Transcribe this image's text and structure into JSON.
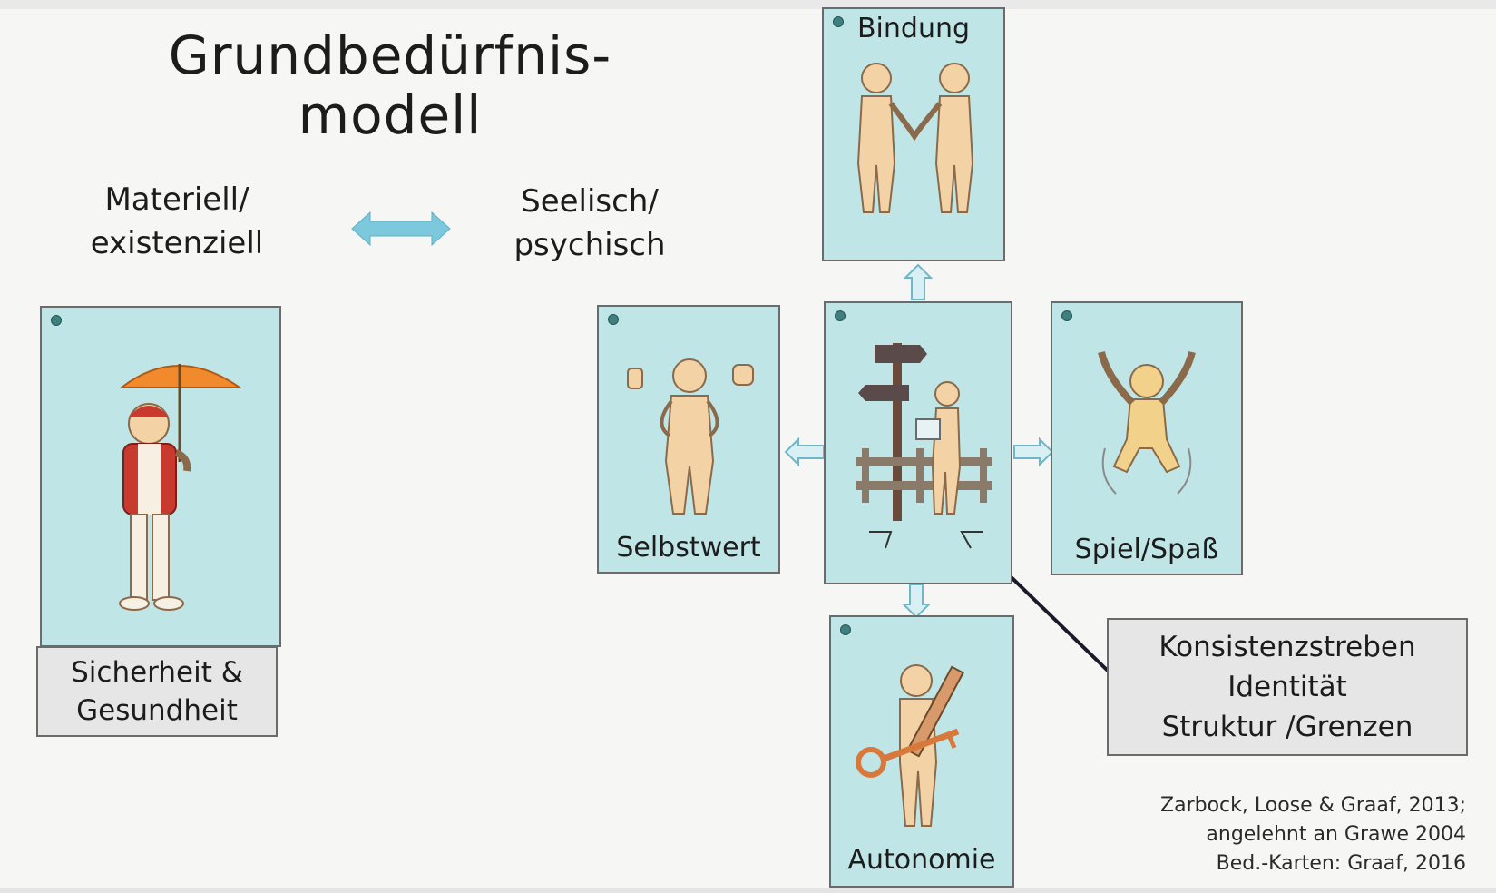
{
  "title_line1": "Grundbedürfnis-",
  "title_line2": "modell",
  "left_heading": {
    "line1": "Materiell/",
    "line2": "existenziell"
  },
  "right_heading": {
    "line1": "Seelisch/",
    "line2": "psychisch"
  },
  "cards": {
    "sicherheit": {
      "line1": "Sicherheit &",
      "line2": "Gesundheit"
    },
    "bindung": "Bindung",
    "selbstwert": "Selbstwert",
    "center": "",
    "spiel": "Spiel/Spaß",
    "autonomie": "Autonomie"
  },
  "info_box": {
    "line1": "Konsistenzstreben",
    "line2": "Identität",
    "line3": "Struktur /Grenzen"
  },
  "citation": {
    "line1": "Zarbock, Loose & Graaf, 2013;",
    "line2": "angelehnt an Grawe 2004",
    "line3": "Bed.-Karten: Graaf, 2016"
  },
  "colors": {
    "card_bg": "#bfe5e6",
    "double_arrow": "#7cc9dd",
    "figure_skin": "#f3d3a6",
    "umbrella": "#f08a2c",
    "vest": "#c93a2e"
  }
}
